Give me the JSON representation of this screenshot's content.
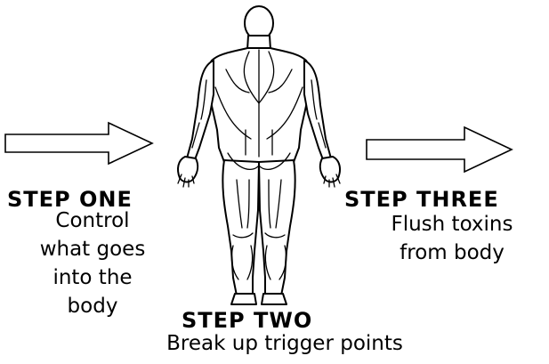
{
  "steps": [
    {
      "title": "STEP ONE",
      "description_lines": [
        "Control",
        "what goes",
        "into the",
        "body"
      ]
    },
    {
      "title": "STEP TWO",
      "description_lines": [
        "Break up trigger points"
      ]
    },
    {
      "title": "STEP THREE",
      "description_lines": [
        "Flush toxins",
        "from body"
      ]
    }
  ],
  "icons": {
    "left_arrow": "right-arrow-outline",
    "right_arrow": "right-arrow-outline",
    "figure": "human-muscle-anatomy-back-view"
  },
  "colors": {
    "background": "#ffffff",
    "ink": "#000000"
  }
}
